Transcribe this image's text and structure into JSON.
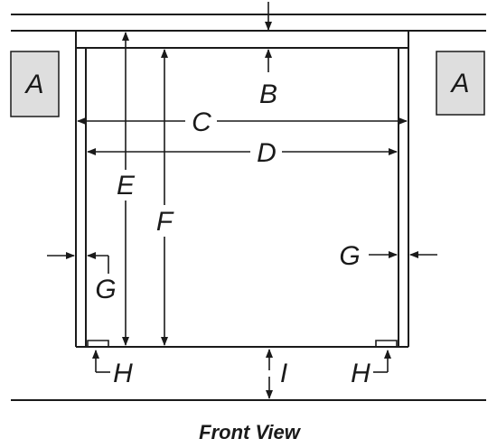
{
  "diagram": {
    "caption": "Front View",
    "colors": {
      "line": "#1a1a1a",
      "cabinet_fill": "#dedede",
      "background": "#ffffff"
    },
    "labels": {
      "cabinet_left": "A",
      "cabinet_right": "A",
      "b": "B",
      "c": "C",
      "d": "D",
      "e": "E",
      "f": "F",
      "g_left": "G",
      "g_right": "G",
      "h_left": "H",
      "h_right": "H",
      "i": "I"
    }
  }
}
